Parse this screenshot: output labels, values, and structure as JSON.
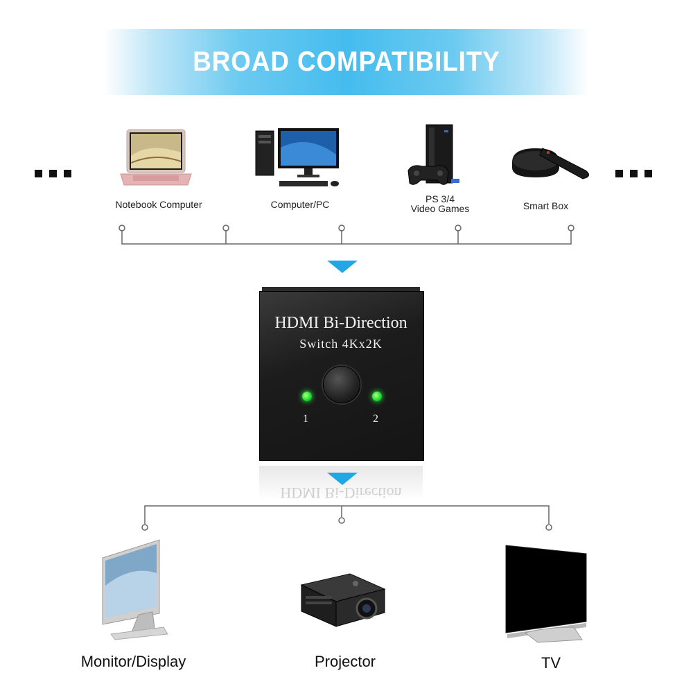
{
  "banner": {
    "title": "BROAD COMPATIBILITY"
  },
  "sources": [
    {
      "label": "Notebook Computer"
    },
    {
      "label": "Computer/PC"
    },
    {
      "label_line1": "PS 3/4",
      "label_line2": "Video Games"
    },
    {
      "label": "Smart Box"
    }
  ],
  "switch": {
    "title": "HDMI Bi-Direction",
    "subtitle": "Switch 4Kx2K",
    "port1": "1",
    "port2": "2",
    "reflection": "HDMI Bi-Direction"
  },
  "outputs": [
    {
      "label": "Monitor/Display"
    },
    {
      "label": "Projector"
    },
    {
      "label": "TV"
    }
  ],
  "colors": {
    "banner": "#45bcee",
    "arrow": "#22a7e6",
    "led": "#27e33a"
  }
}
